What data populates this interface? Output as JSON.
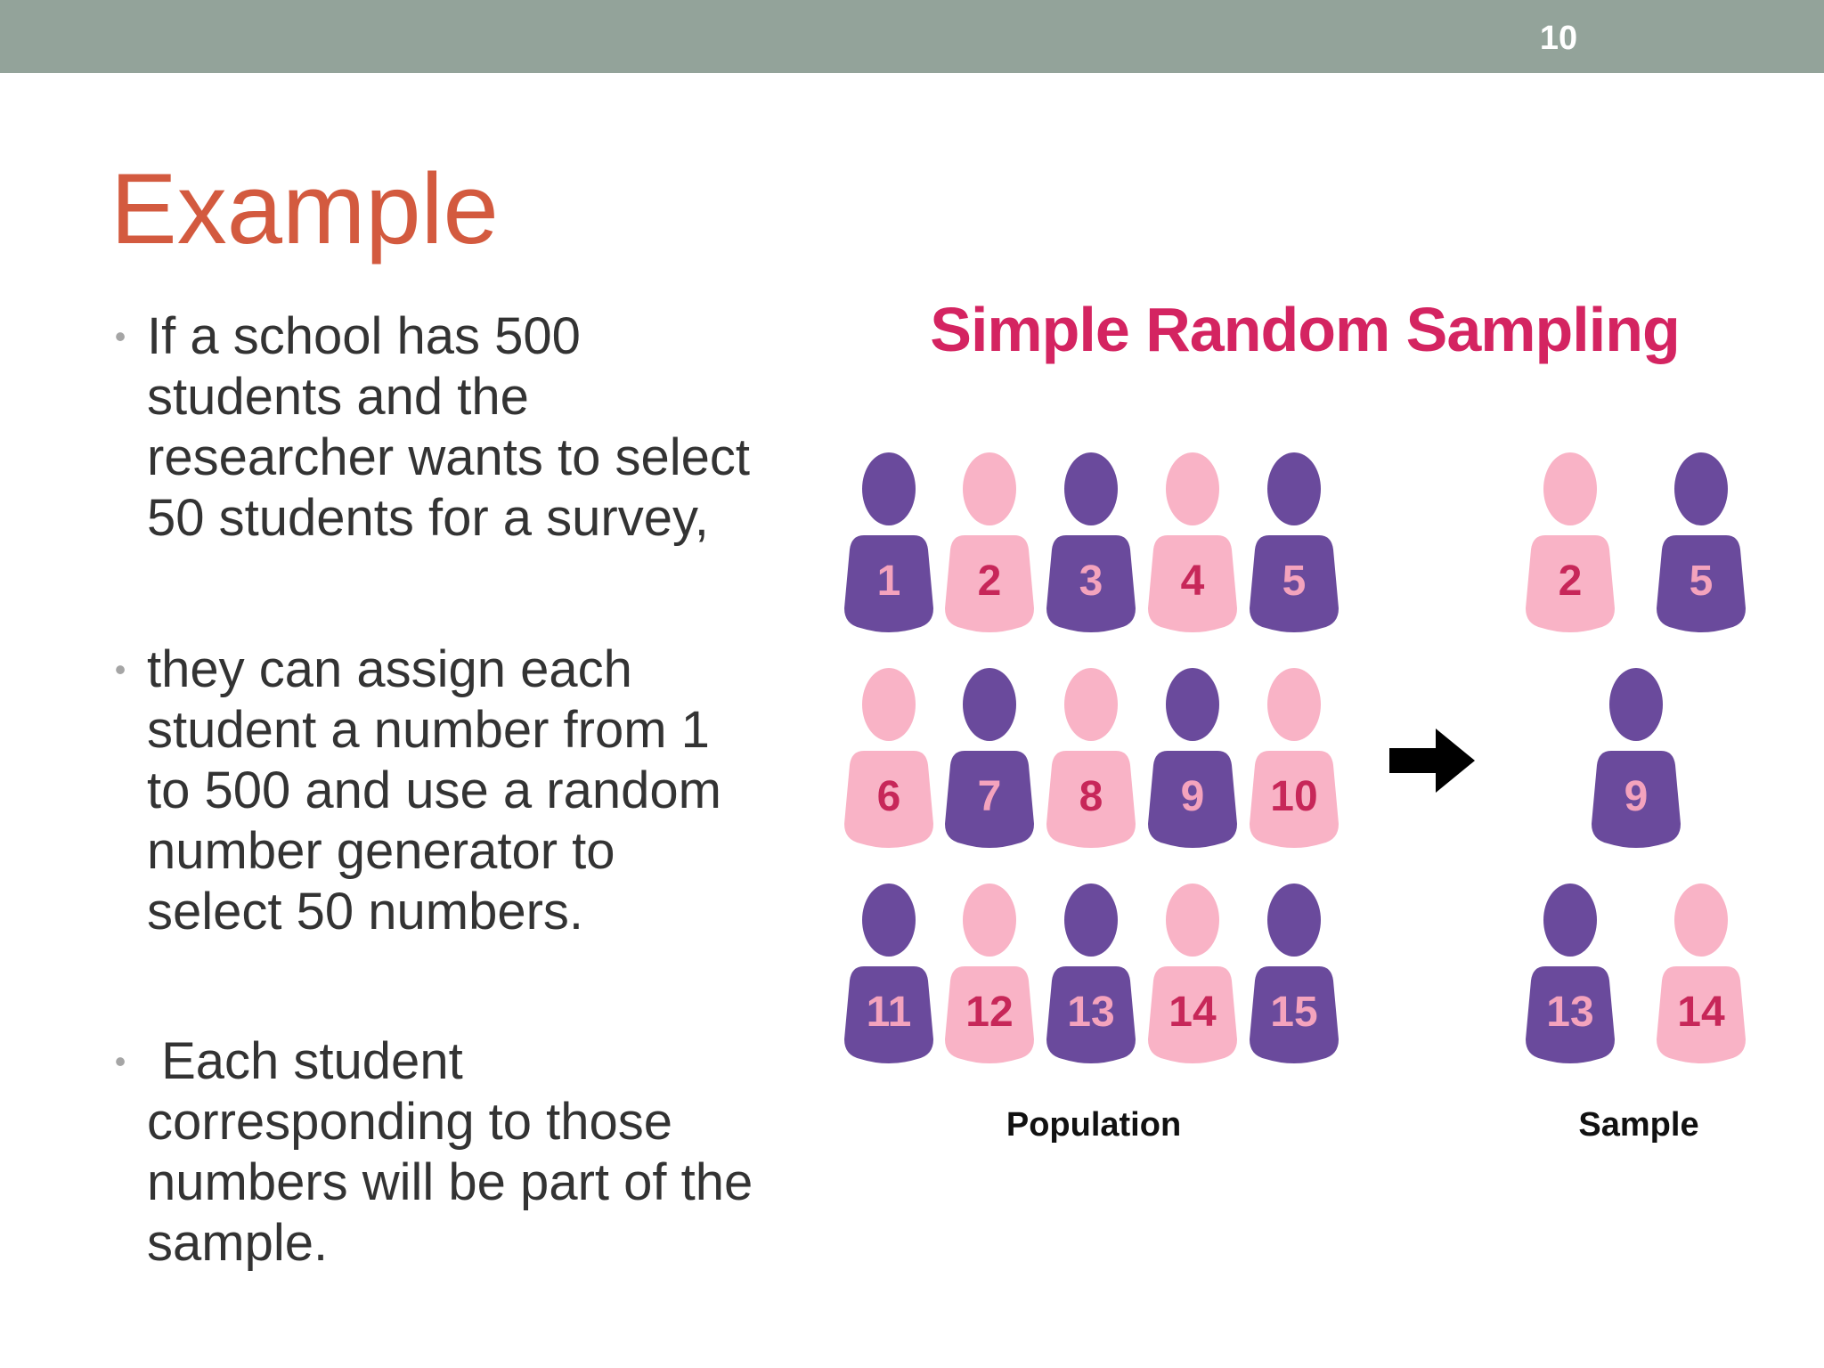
{
  "slide": {
    "number": "10",
    "title": "Example",
    "bullets": [
      "If a school has 500 students and the researcher wants to select 50 students for a survey,",
      "they can assign each student a number from 1 to 500 and use a random number generator to select 50 numbers.",
      " Each student corresponding to those numbers will be part of the sample."
    ],
    "bullet_lines": [
      [
        "If a school has 500",
        "students and the",
        "researcher wants to select",
        "50 students for a survey,"
      ],
      [
        "they can assign each",
        "student a number from 1",
        "to 500 and use a random",
        "number generator to",
        "select 50 numbers."
      ],
      [
        " Each student",
        "corresponding to those",
        "numbers will be part of the",
        "sample."
      ]
    ],
    "bullet_glyph": "•"
  },
  "infographic": {
    "title": "Simple Random Sampling",
    "population_label": "Population",
    "sample_label": "Sample",
    "colors": {
      "purple": "#6a4a9c",
      "pink": "#f9b3c6",
      "number_on_purple": "#f4a3bd",
      "number_on_pink": "#c72759",
      "title": "#d42461",
      "arrow": "#000000"
    },
    "population": [
      {
        "number": "1",
        "color": "purple"
      },
      {
        "number": "2",
        "color": "pink"
      },
      {
        "number": "3",
        "color": "purple"
      },
      {
        "number": "4",
        "color": "pink"
      },
      {
        "number": "5",
        "color": "purple"
      },
      {
        "number": "6",
        "color": "pink"
      },
      {
        "number": "7",
        "color": "purple"
      },
      {
        "number": "8",
        "color": "pink"
      },
      {
        "number": "9",
        "color": "purple"
      },
      {
        "number": "10",
        "color": "pink"
      },
      {
        "number": "11",
        "color": "purple"
      },
      {
        "number": "12",
        "color": "pink"
      },
      {
        "number": "13",
        "color": "purple"
      },
      {
        "number": "14",
        "color": "pink"
      },
      {
        "number": "15",
        "color": "purple"
      }
    ],
    "sample": [
      {
        "number": "2",
        "color": "pink"
      },
      {
        "number": "5",
        "color": "purple"
      },
      {
        "number": "9",
        "color": "purple"
      },
      {
        "number": "13",
        "color": "purple"
      },
      {
        "number": "14",
        "color": "pink"
      }
    ],
    "arrow_icon": "right-arrow-icon"
  }
}
